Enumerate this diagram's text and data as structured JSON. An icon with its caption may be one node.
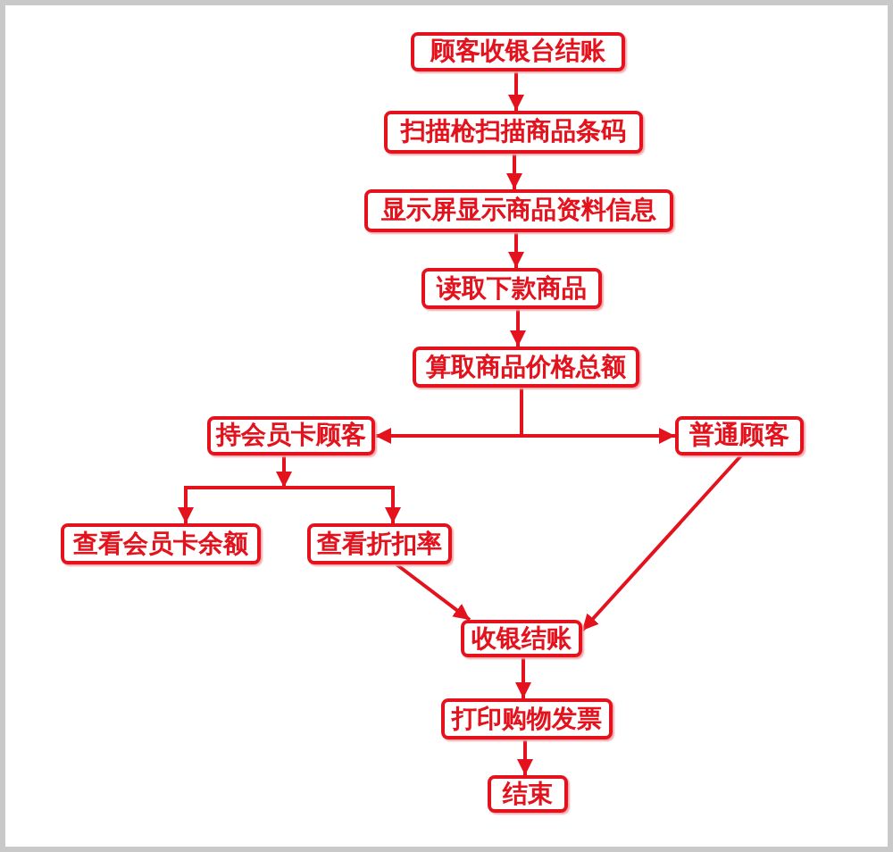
{
  "diagram": {
    "nodes": [
      {
        "text": [
          "顾客收银台结账"
        ]
      },
      {
        "text": [
          "扫描枪扫描商品条码"
        ]
      },
      {
        "text": [
          "显示屏显示商品资料信息"
        ]
      },
      {
        "text": [
          "读取下款商品"
        ]
      },
      {
        "text": [
          "算取商品价格总额"
        ]
      },
      {
        "text": [
          "持会员卡顾客"
        ]
      },
      {
        "text": [
          "普通顾客"
        ]
      },
      {
        "text": [
          "查看会员卡余额"
        ]
      },
      {
        "text": [
          "查看折扣率"
        ]
      },
      {
        "text": [
          "收银结账"
        ]
      },
      {
        "text": [
          "打印购物发票"
        ]
      },
      {
        "text": [
          "结束"
        ]
      }
    ],
    "edges": [
      {
        "from": 0,
        "to": 1,
        "arrow": "to"
      },
      {
        "from": 1,
        "to": 2,
        "arrow": "to"
      },
      {
        "from": 2,
        "to": 3,
        "arrow": "to"
      },
      {
        "from": 3,
        "to": 4,
        "arrow": "to"
      },
      {
        "from": 4,
        "to": 5,
        "arrow": "to"
      },
      {
        "from": 4,
        "to": 6,
        "arrow": "to"
      },
      {
        "from": 5,
        "to": 7,
        "arrow": "to"
      },
      {
        "from": 5,
        "to": 8,
        "arrow": "to"
      },
      {
        "from": 8,
        "to": 9,
        "arrow": "to"
      },
      {
        "from": 6,
        "to": 9,
        "arrow": "to"
      },
      {
        "from": 9,
        "to": 10,
        "arrow": "to"
      },
      {
        "from": 10,
        "to": 11,
        "arrow": "to"
      }
    ]
  }
}
